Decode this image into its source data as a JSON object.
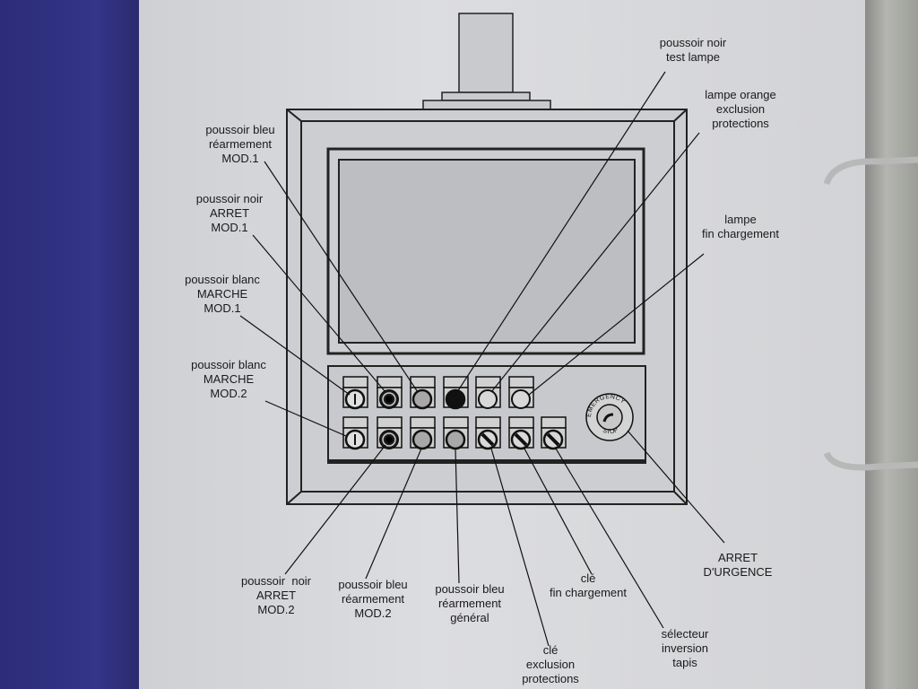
{
  "labels": {
    "test_lampe": [
      "poussoir noir",
      "test lampe"
    ],
    "lampe_orange": [
      "lampe orange",
      "exclusion",
      "protections"
    ],
    "lampe_fin": [
      "lampe",
      "fin chargement"
    ],
    "bleu_mod1": [
      "poussoir bleu",
      "réarmement",
      "MOD.1"
    ],
    "noir_mod1": [
      "poussoir noir",
      "ARRET",
      "MOD.1"
    ],
    "blanc_mod1": [
      "poussoir blanc",
      "MARCHE",
      "MOD.1"
    ],
    "blanc_mod2": [
      "poussoir blanc",
      "MARCHE",
      "MOD.2"
    ],
    "noir_mod2": [
      "poussoir  noir",
      "ARRET",
      "MOD.2"
    ],
    "bleu_mod2": [
      "poussoir bleu",
      "réarmement",
      "MOD.2"
    ],
    "bleu_general": [
      "poussoir bleu",
      "réarmement",
      "général"
    ],
    "cle_exclusion": [
      "clé",
      "exclusion",
      "protections"
    ],
    "cle_fin": [
      "clé",
      "fin chargement"
    ],
    "selecteur": [
      "sélecteur",
      "inversion",
      "tapis"
    ],
    "arret_urgence": [
      "ARRET",
      "D'URGENCE"
    ]
  },
  "emergency_stop": {
    "top": "EMERGENCY",
    "bottom": "STOP"
  }
}
